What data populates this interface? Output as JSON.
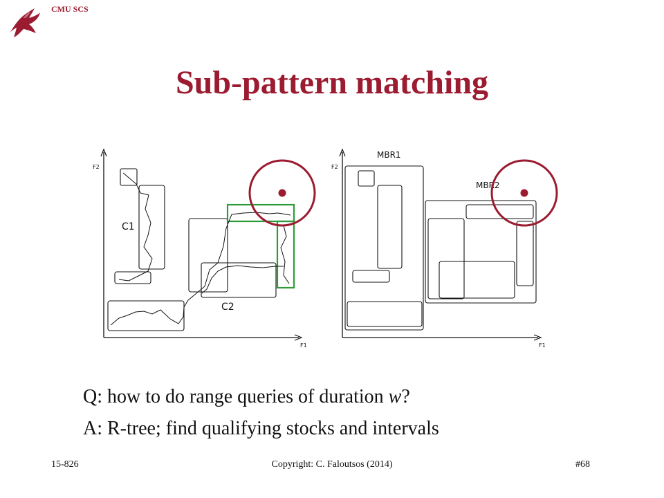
{
  "header": {
    "org": "CMU SCS"
  },
  "slide": {
    "title": "Sub-pattern matching",
    "question_prefix": "Q: how to do range queries of duration ",
    "question_var": "w",
    "question_suffix": "?",
    "answer": "A: R-tree; find qualifying stocks and intervals"
  },
  "figure": {
    "left": {
      "y_axis": "F2",
      "x_axis": "F1",
      "c1_label": "C1",
      "c2_label": "C2"
    },
    "right": {
      "y_axis": "F2",
      "x_axis": "F1",
      "mbr1_label": "MBR1",
      "mbr2_label": "MBR2"
    }
  },
  "footer": {
    "course": "15-826",
    "copyright": "Copyright: C. Faloutsos (2014)",
    "page": "#68"
  },
  "colors": {
    "accent": "#9b1b30",
    "highlight": "#2e9b3a",
    "text": "#111111"
  },
  "icons": {
    "logo": "dragon-logo-icon"
  }
}
